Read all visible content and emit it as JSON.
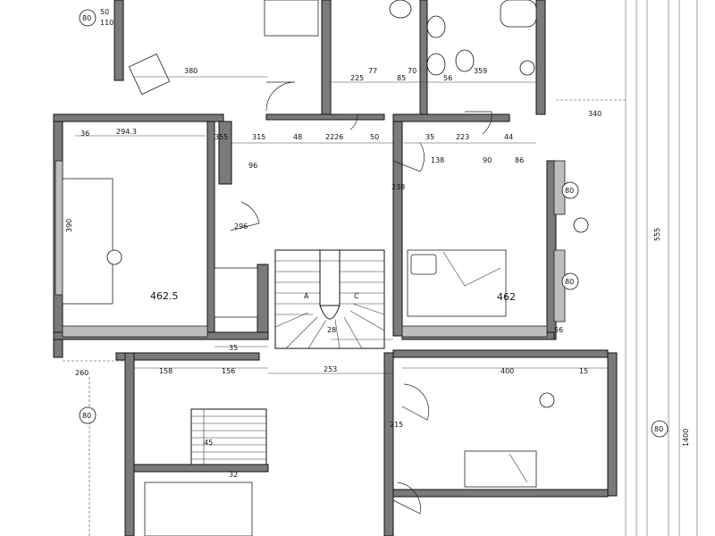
{
  "areas": {
    "room_left": "462.5",
    "room_right": "462"
  },
  "dims": {
    "d380": "380",
    "d294": "294.3",
    "d355": "355",
    "d315": "315",
    "d48": "48",
    "d222": "2226",
    "d50": "50",
    "d35": "35",
    "d223": "223",
    "d44": "44",
    "d340": "340",
    "d225": "225",
    "d85": "85",
    "d56": "56",
    "d359": "359",
    "d77": "77",
    "d70": "70",
    "d138": "138",
    "d90": "90",
    "d86": "86",
    "d96": "96",
    "d253": "253",
    "d400": "400",
    "d158": "158",
    "d156": "156",
    "d15": "15",
    "d260": "260",
    "d32": "32",
    "d28": "28",
    "d1400": "1400",
    "d555": "555",
    "d215": "215",
    "d45": "45",
    "d36": "36",
    "d390": "390",
    "d238": "238",
    "d296": "296"
  },
  "markers": {
    "m80a": "80",
    "m80b": "80",
    "m80c": "80",
    "m80d": "80",
    "m80e": "80",
    "m110": "110"
  },
  "labels": {
    "stair_c": "C",
    "stair_a": "A"
  }
}
